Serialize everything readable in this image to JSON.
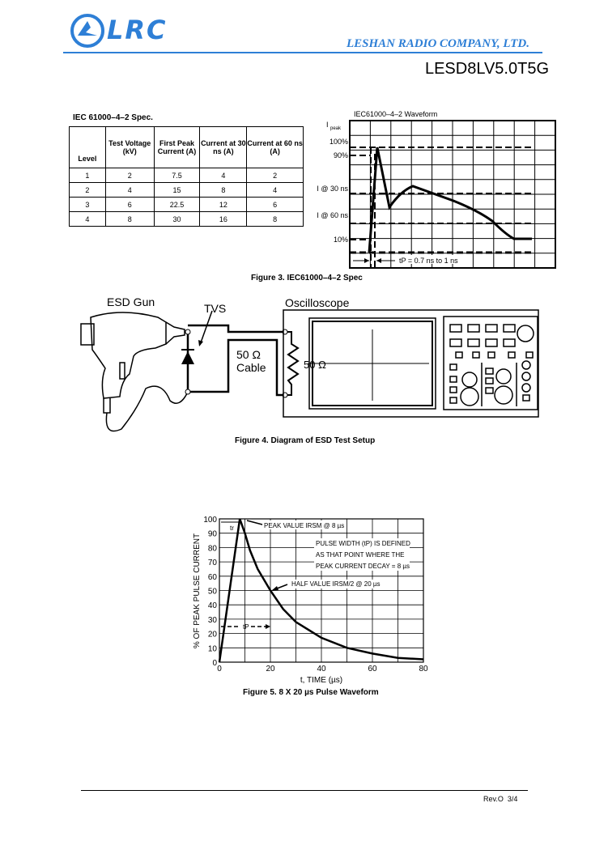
{
  "header": {
    "logo_text": "LRC",
    "company": "LESHAN RADIO COMPANY, LTD.",
    "part_number": "LESD8LV5.0T5G",
    "brand_color": "#2e7fd6"
  },
  "spec_table": {
    "title": "IEC 61000–4–2 Spec.",
    "headers": [
      "Level",
      "Test Voltage (kV)",
      "First Peak Current (A)",
      "Current at 30 ns (A)",
      "Current at 60 ns (A)"
    ],
    "rows": [
      [
        "1",
        "2",
        "7.5",
        "4",
        "2"
      ],
      [
        "2",
        "4",
        "15",
        "8",
        "4"
      ],
      [
        "3",
        "6",
        "22.5",
        "12",
        "6"
      ],
      [
        "4",
        "8",
        "30",
        "16",
        "8"
      ]
    ]
  },
  "figure3": {
    "title": "IEC61000–4–2 Waveform",
    "ipeak": "I",
    "ipeak_sub": "peak",
    "labels": [
      "100%",
      "90%",
      "I @ 30 ns",
      "I @ 60 ns",
      "10%"
    ],
    "tp_label": "tP = 0.7 ns to 1 ns",
    "caption": "Figure 3. IEC61000–4–2 Spec"
  },
  "figure4": {
    "esd_gun": "ESD Gun",
    "tvs": "TVS",
    "oscilloscope": "Oscilloscope",
    "cable_line1": "50 Ω",
    "cable_line2": "Cable",
    "resistor": "50 Ω",
    "caption": "Figure 4. Diagram of ESD Test Setup"
  },
  "chart_data": {
    "type": "line",
    "title": "Figure 5. 8 X 20 µs Pulse Waveform",
    "xlabel": "t, TIME (µs)",
    "ylabel": "% OF PEAK PULSE CURRENT",
    "xlim": [
      0,
      80
    ],
    "ylim": [
      0,
      100
    ],
    "xticks": [
      0,
      20,
      40,
      60,
      80
    ],
    "yticks": [
      0,
      10,
      20,
      30,
      40,
      50,
      60,
      70,
      80,
      90,
      100
    ],
    "grid": true,
    "series": [
      {
        "name": "pulse",
        "x": [
          0,
          8,
          10,
          12,
          15,
          20,
          25,
          30,
          40,
          50,
          60,
          70,
          80
        ],
        "y": [
          0,
          100,
          90,
          78,
          65,
          50,
          37,
          28,
          17,
          10,
          6,
          3,
          2
        ]
      }
    ],
    "annotations": {
      "tr": "tr",
      "tp": "tP",
      "peak": "PEAK VALUE IRSM @ 8 µs",
      "half": "HALF VALUE IRSM/2 @ 20 µs",
      "pw1": "PULSE WIDTH (tP) IS DEFINED",
      "pw2": "AS THAT POINT WHERE THE",
      "pw3": "PEAK CURRENT DECAY = 8 µs"
    }
  },
  "footer": {
    "revision": "Rev.O  3/4"
  }
}
